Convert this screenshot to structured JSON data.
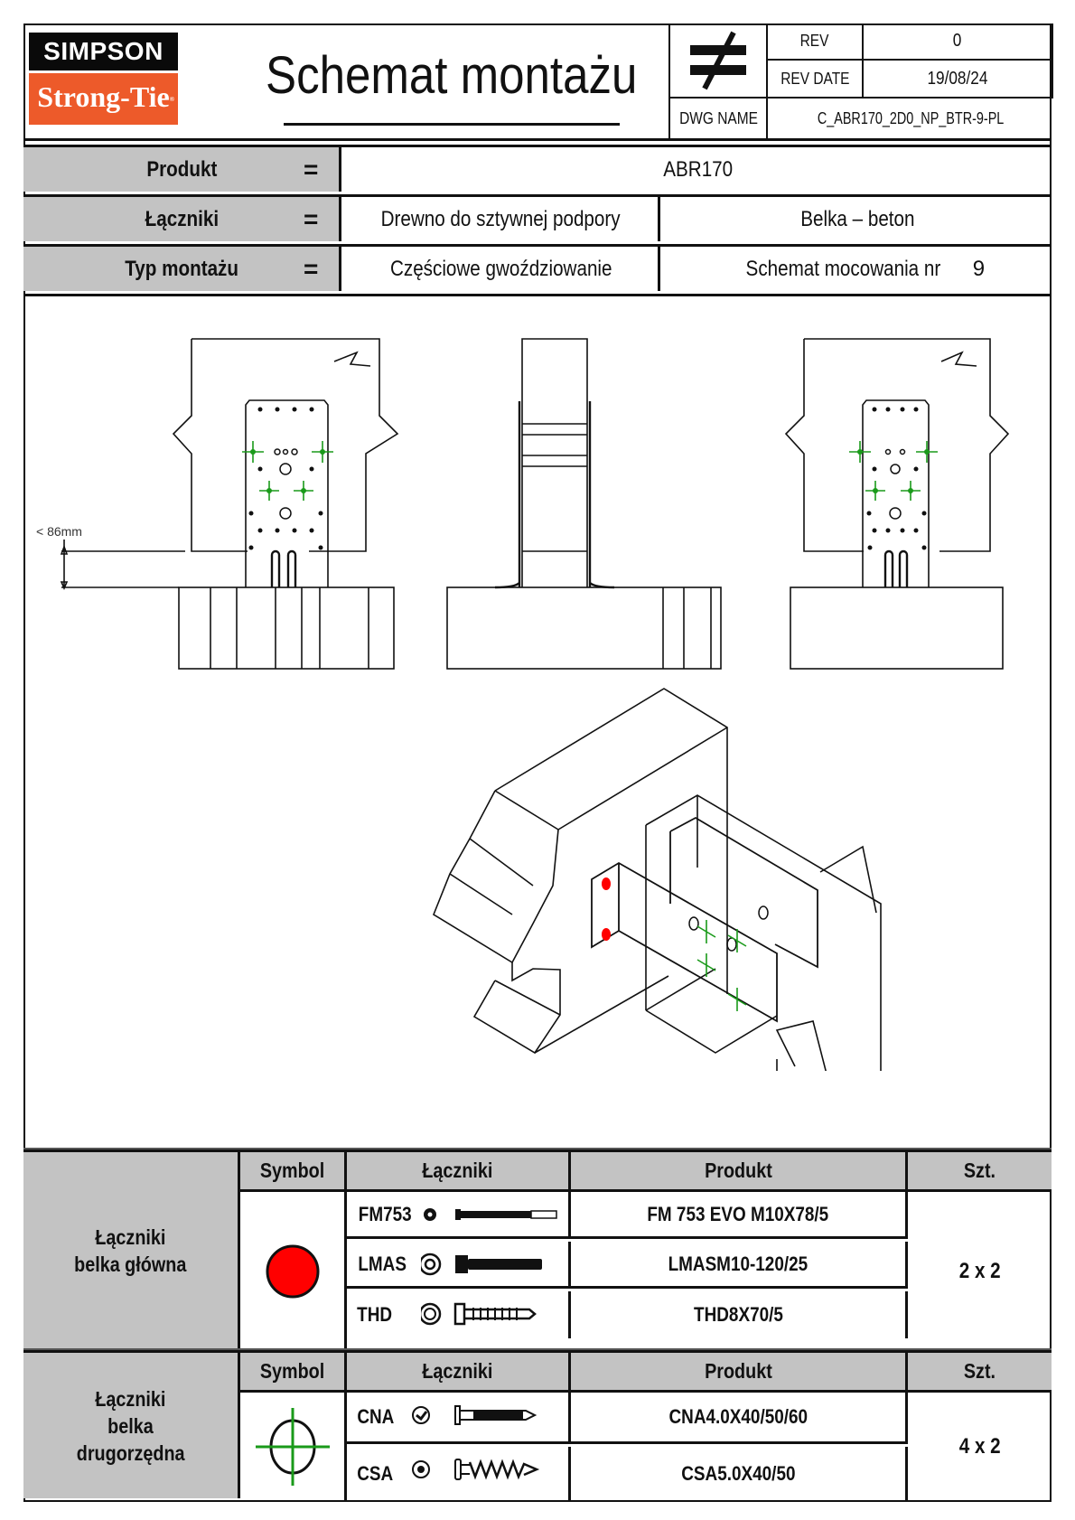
{
  "header": {
    "logo_top": "SIMPSON",
    "logo_bottom": "Strong-Tie",
    "logo_registered": "®",
    "title": "Schemat montażu",
    "symbol_icon": "not-equal-icon",
    "rev_label": "REV",
    "rev_value": "0",
    "rev_date_label": "REV DATE",
    "rev_date_value": "19/08/24",
    "dwg_name_label": "DWG NAME",
    "dwg_name_value": "C_ABR170_2D0_NP_BTR-9-PL"
  },
  "info": {
    "eq": "=",
    "product_label": "Produkt",
    "product_value": "ABR170",
    "fasteners_label": "Łączniki",
    "fasteners_value_a": "Drewno do sztywnej podpory",
    "fasteners_value_b": "Belka – beton",
    "mount_label": "Typ montażu",
    "mount_value_a": "Częściowe gwoździowanie",
    "mount_value_b": "Schemat mocowania nr",
    "mount_scheme_no": "9"
  },
  "drawing": {
    "dimension_label": "< 86mm",
    "colors": {
      "primary_fastener": "#ff0000",
      "secondary_fastener": "#1a9a1a",
      "line": "#111111"
    }
  },
  "tables": {
    "headers": {
      "symbol": "Symbol",
      "fasteners": "Łączniki",
      "product": "Produkt",
      "qty": "Szt."
    },
    "main": {
      "side_label_1": "Łączniki",
      "side_label_2": "belka główna",
      "symbol_icon": "red-dot-icon",
      "rows": [
        {
          "code": "FM753",
          "product": "FM 753 EVO M10X78/5",
          "icon": "anchor-bolt-icon"
        },
        {
          "code": "LMAS",
          "product": "LMASM10-120/25",
          "icon": "hex-bolt-icon"
        },
        {
          "code": "THD",
          "product": "THD8X70/5",
          "icon": "concrete-screw-icon"
        }
      ],
      "qty": "2 x 2"
    },
    "secondary": {
      "side_label_1": "Łączniki",
      "side_label_2": "belka",
      "side_label_3": "drugorzędna",
      "symbol_icon": "green-crosshair-icon",
      "rows": [
        {
          "code": "CNA",
          "product": "CNA4.0X40/50/60",
          "icon": "ring-nail-icon"
        },
        {
          "code": "CSA",
          "product": "CSA5.0X40/50",
          "icon": "connector-screw-icon"
        }
      ],
      "qty": "4 x 2"
    }
  }
}
